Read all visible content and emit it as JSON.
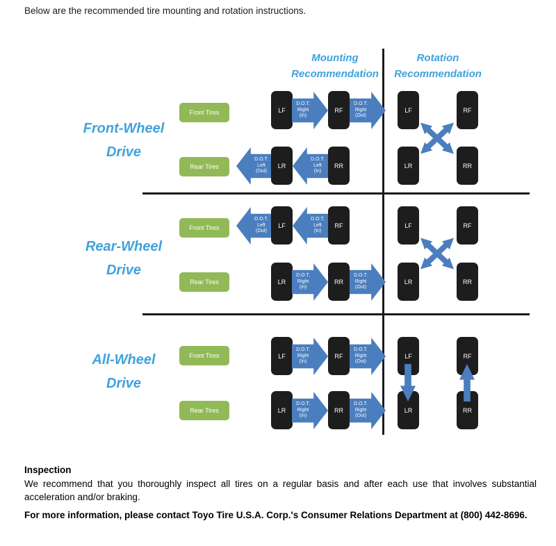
{
  "intro": "Below are the recommended tire mounting and rotation instructions.",
  "headers": {
    "mounting": {
      "line1": "Mounting",
      "line2": "Recommendation"
    },
    "rotation": {
      "line1": "Rotation",
      "line2": "Recommendation"
    }
  },
  "rows": [
    {
      "name": "Front-Wheel Drive",
      "label_line1": "Front-Wheel",
      "label_line2": "Drive",
      "front_tires_label": "Front Tires",
      "rear_tires_label": "Rear Tires",
      "mounting": {
        "front_left_tire": "LF",
        "front_right_tire": "RF",
        "rear_left_tire": "LR",
        "rear_right_tire": "RR",
        "front_arrows": [
          {
            "direction": "right",
            "line1": "D.O.T.",
            "line2": "Right",
            "line3": "(In)"
          },
          {
            "direction": "right",
            "line1": "D.O.T.",
            "line2": "Right",
            "line3": "(Out)"
          }
        ],
        "rear_arrows": [
          {
            "direction": "left",
            "line1": "D.O.T.",
            "line2": "Left",
            "line3": "(Out)"
          },
          {
            "direction": "left",
            "line1": "D.O.T.",
            "line2": "Left",
            "line3": "(In)"
          }
        ]
      },
      "rotation": {
        "front_left_tire": "LF",
        "front_right_tire": "RF",
        "rear_left_tire": "LR",
        "rear_right_tire": "RR",
        "pattern": "criss-cross"
      }
    },
    {
      "name": "Rear-Wheel Drive",
      "label_line1": "Rear-Wheel",
      "label_line2": "Drive",
      "front_tires_label": "Front Tires",
      "rear_tires_label": "Rear Tires",
      "mounting": {
        "front_left_tire": "LF",
        "front_right_tire": "RF",
        "rear_left_tire": "LR",
        "rear_right_tire": "RR",
        "front_arrows": [
          {
            "direction": "left",
            "line1": "D.O.T.",
            "line2": "Left",
            "line3": "(Out)"
          },
          {
            "direction": "left",
            "line1": "D.O.T.",
            "line2": "Left",
            "line3": "(In)"
          }
        ],
        "rear_arrows": [
          {
            "direction": "right",
            "line1": "D.O.T.",
            "line2": "Right",
            "line3": "(In)"
          },
          {
            "direction": "right",
            "line1": "D.O.T.",
            "line2": "Right",
            "line3": "(Out)"
          }
        ]
      },
      "rotation": {
        "front_left_tire": "LF",
        "front_right_tire": "RF",
        "rear_left_tire": "LR",
        "rear_right_tire": "RR",
        "pattern": "criss-cross"
      }
    },
    {
      "name": "All-Wheel Drive",
      "label_line1": "All-Wheel",
      "label_line2": "Drive",
      "front_tires_label": "Front Tires",
      "rear_tires_label": "Rear Tires",
      "mounting": {
        "front_left_tire": "LF",
        "front_right_tire": "RF",
        "rear_left_tire": "LR",
        "rear_right_tire": "RR",
        "front_arrows": [
          {
            "direction": "right",
            "line1": "D.O.T.",
            "line2": "Right",
            "line3": "(In)"
          },
          {
            "direction": "right",
            "line1": "D.O.T.",
            "line2": "Right",
            "line3": "(Out)"
          }
        ],
        "rear_arrows": [
          {
            "direction": "right",
            "line1": "D.O.T.",
            "line2": "Right",
            "line3": "(In)"
          },
          {
            "direction": "right",
            "line1": "D.O.T.",
            "line2": "Right",
            "line3": "(Out)"
          }
        ]
      },
      "rotation": {
        "front_left_tire": "LF",
        "front_right_tire": "RF",
        "rear_left_tire": "LR",
        "rear_right_tire": "RR",
        "pattern": "front-to-rear-same-side"
      }
    }
  ],
  "footer": {
    "inspection_heading": "Inspection",
    "inspection_text": "We recommend that you thoroughly inspect all tires on a regular basis and after each use that involves substantial acceleration and/or braking.",
    "contact_text": "For more information, please contact Toyo Tire U.S.A. Corp.'s Consumer Relations Department at (800) 442-8696."
  },
  "colors": {
    "heading_blue": "#3fa2dc",
    "arrow_blue": "#4b7ebe",
    "badge_green": "#92b957",
    "tire_black": "#1d1d1d",
    "divider_black": "#1a1a1a"
  }
}
